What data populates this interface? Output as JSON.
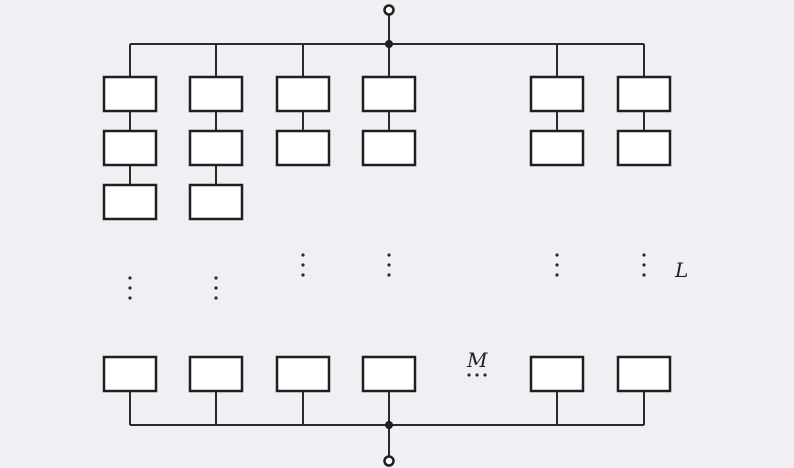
{
  "diagram": {
    "type": "series-parallel system",
    "label_L": "L",
    "label_M": "M"
  },
  "colors": {
    "background": "#f0f0f4",
    "line": "#1f1f1f"
  }
}
